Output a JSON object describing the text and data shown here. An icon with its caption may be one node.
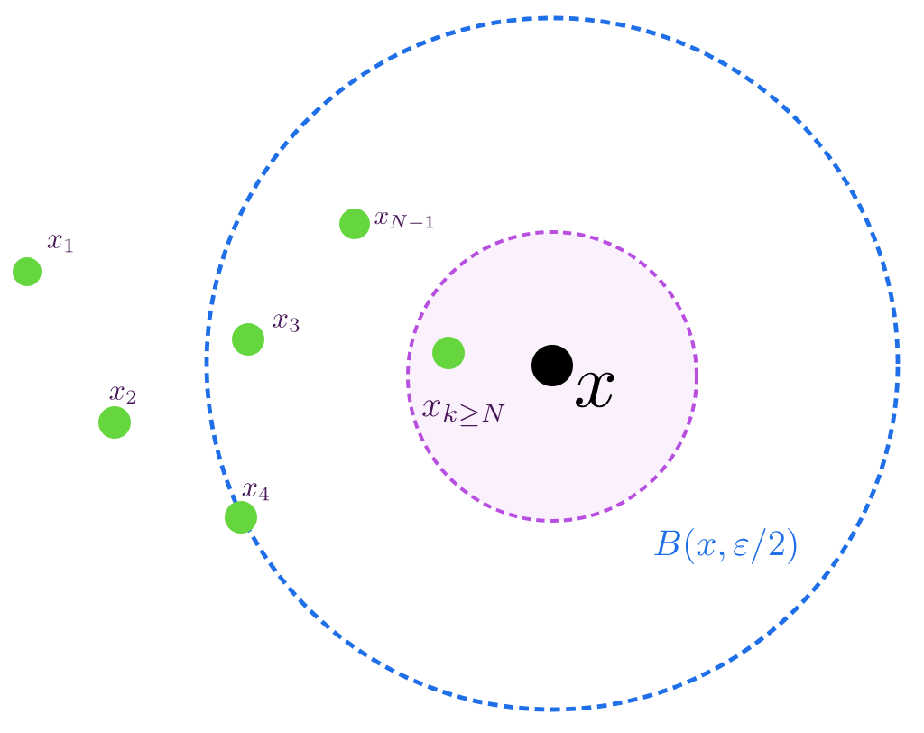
{
  "diagram": {
    "nodes": [
      {
        "text": [],
        "shape": "circle",
        "beside": [
          "B(x,\\varepsilon/2)"
        ]
      },
      {
        "text": [],
        "shape": "circle",
        "in": 0
      },
      {
        "text": [],
        "shape": "circle",
        "beside": [
          "x_1"
        ]
      },
      {
        "text": [],
        "shape": "circle",
        "beside": [
          "x_2"
        ]
      },
      {
        "text": [],
        "shape": "circle",
        "beside": [
          "x_{N-1}"
        ],
        "in": 0
      },
      {
        "text": [],
        "shape": "circle",
        "beside": [
          "x_3"
        ],
        "in": 0
      },
      {
        "text": [],
        "shape": "circle",
        "beside": [
          "x_4"
        ]
      },
      {
        "text": [],
        "shape": "circle",
        "beside": [
          "x_{k\\geq N}"
        ],
        "in": 1
      },
      {
        "text": [],
        "shape": "circle",
        "beside": [
          "x"
        ],
        "in": 1
      }
    ]
  }
}
